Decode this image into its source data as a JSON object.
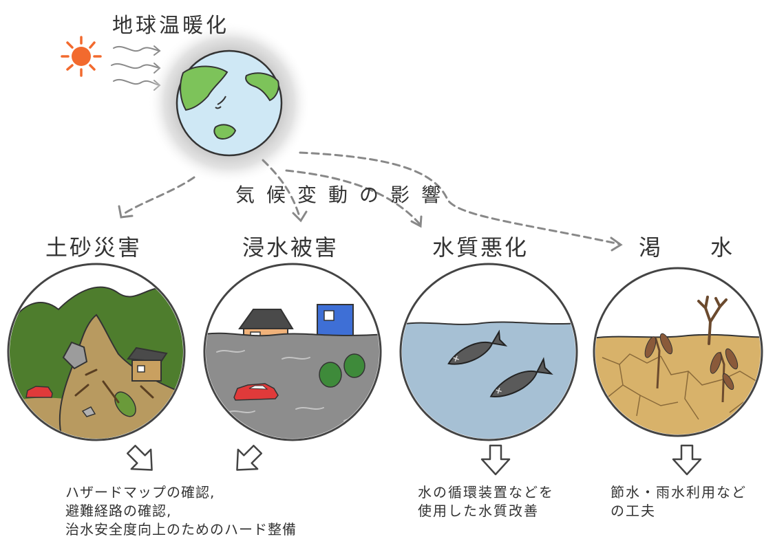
{
  "title": "地球温暖化",
  "subtitle": "気候変動の影響",
  "impacts": [
    {
      "label": "土砂災害",
      "measures": [
        "ハザードマップの確認,",
        "避難経路の確認,",
        "治水安全度向上のためのハード整備"
      ]
    },
    {
      "label": "浸水被害"
    },
    {
      "label": "水質悪化",
      "measures": [
        "水の循環装置などを",
        "使用した水質改善"
      ]
    },
    {
      "label": "渇　水",
      "measures": [
        "節水・雨水利用など",
        "の工夫"
      ]
    }
  ],
  "colors": {
    "sun": "#f26a2e",
    "ocean": "#cfe8f5",
    "land": "#7dc35a",
    "mountain": "#4e7d2d",
    "soil": "#b89a60",
    "flood": "#8d8d8d",
    "water": "#a6c0d4",
    "dry_ground": "#d8b26a",
    "car": "#e03a3a",
    "building": "#3e6fd6",
    "arrow": "#888888",
    "outline": "#333333"
  }
}
